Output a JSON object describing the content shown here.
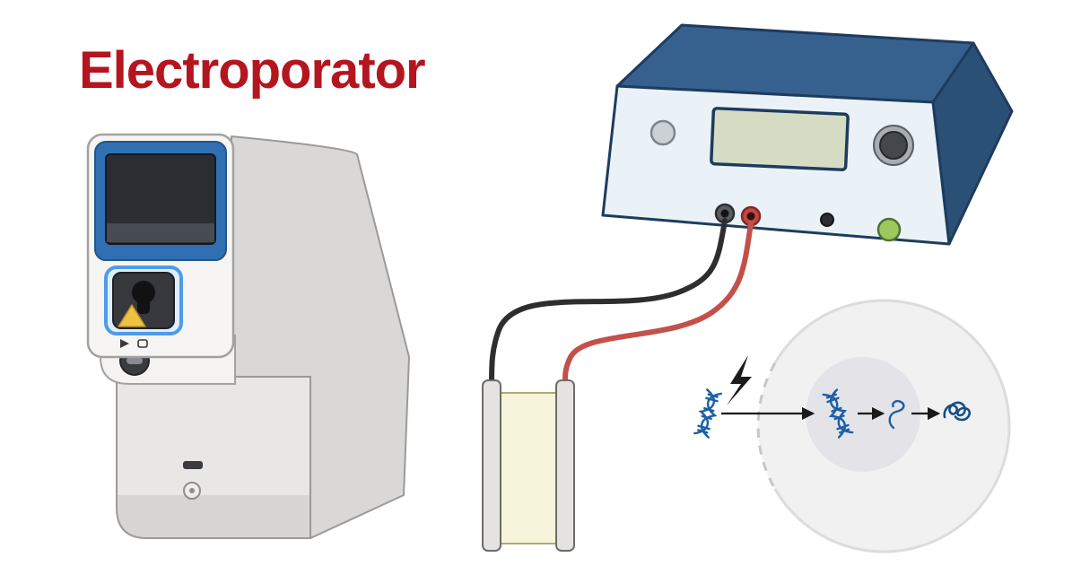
{
  "title": {
    "text": "Electroporator",
    "color": "#b5151e"
  },
  "colors": {
    "background": "#ffffff",
    "machine_bezel_blue": "#2f6fb2",
    "socket_ring_blue": "#4f9be8",
    "warning_yellow": "#eec23f",
    "machine_body_grey": "#d9d8d6",
    "generator_top_blue": "#36618f",
    "generator_side_blue": "#2b5076",
    "generator_panel": "#eaf2f7",
    "lcd_green": "#d6dcc3",
    "green_button": "#9cc95e",
    "port_red": "#c4473f",
    "cable_black": "#2e2e30",
    "cable_red": "#c4504a",
    "cuvette_body": "#f7f4dc",
    "electrode_grey": "#e4e3e1",
    "cell_fill": "#f1f1f2",
    "nucleus_fill": "#e4e4e8",
    "dna_blue": "#1d5fa6",
    "protein_blue": "#164e87"
  },
  "icons": {
    "pulse": "lightning-bolt-icon",
    "dna_outside": "dna-helix-icon",
    "dna_nucleus": "dna-helix-icon",
    "transcript": "mrna-icon",
    "product": "protein-icon"
  },
  "components": {
    "benchtop_unit": "benchtop-electroporator",
    "pulse_generator": "electroporation-power-supply",
    "cuvette": "electroporation-cuvette",
    "cell": "cell-with-nucleus"
  }
}
